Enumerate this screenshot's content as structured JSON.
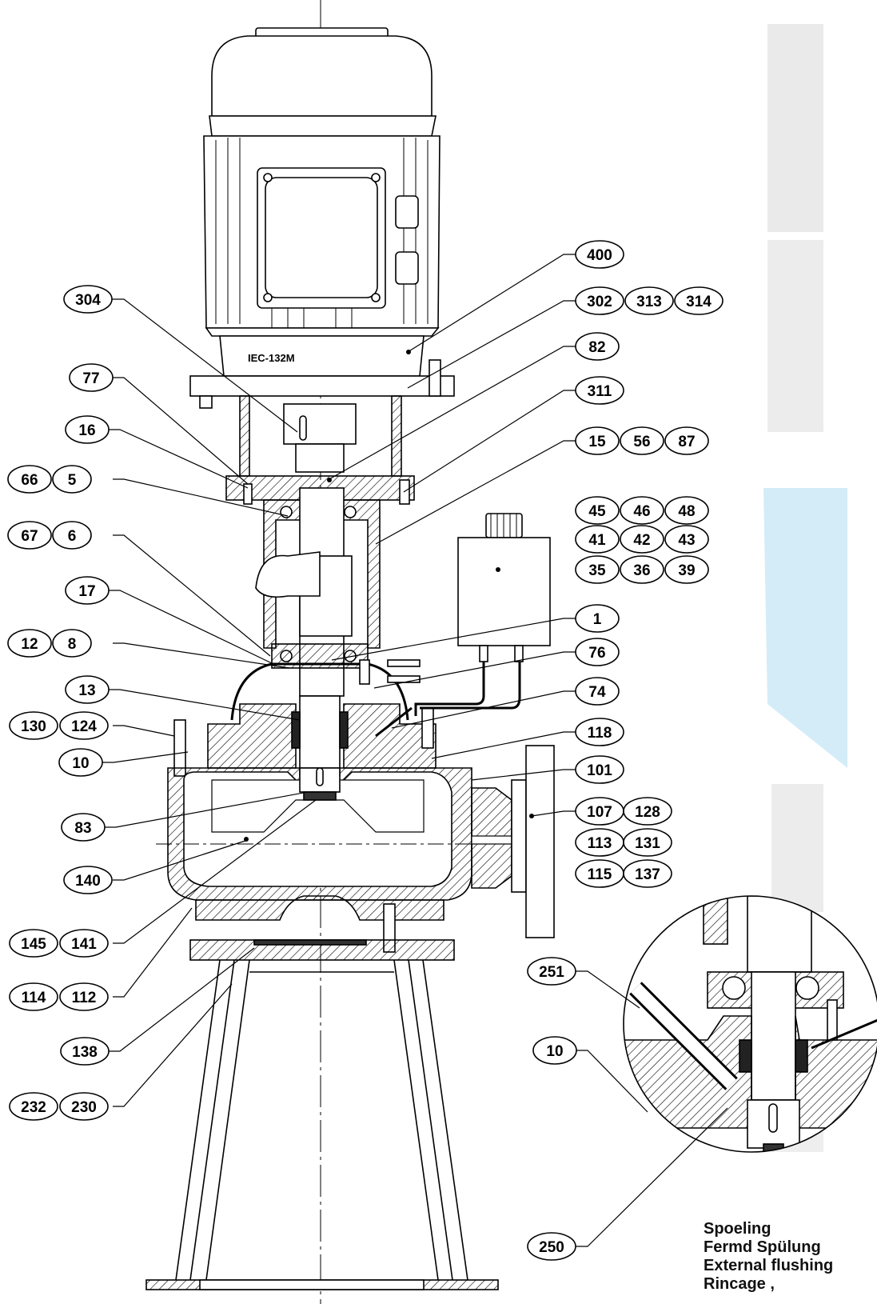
{
  "motor_label": "IEC-132M",
  "callouts": {
    "c304": [
      "304"
    ],
    "c77": [
      "77"
    ],
    "c16": [
      "16"
    ],
    "c66_5": [
      "66",
      "5"
    ],
    "c67_6": [
      "67",
      "6"
    ],
    "c17": [
      "17"
    ],
    "c12_8": [
      "12",
      "8"
    ],
    "c13": [
      "13"
    ],
    "c130_124": [
      "130",
      "124"
    ],
    "c10": [
      "10"
    ],
    "c83": [
      "83"
    ],
    "c140": [
      "140"
    ],
    "c145_141": [
      "145",
      "141"
    ],
    "c114_112": [
      "114",
      "112"
    ],
    "c138": [
      "138"
    ],
    "c232_230": [
      "232",
      "230"
    ],
    "c400": [
      "400"
    ],
    "c302_313_314": [
      "302",
      "313",
      "314"
    ],
    "c82": [
      "82"
    ],
    "c311": [
      "311"
    ],
    "c15_56_87": [
      "15",
      "56",
      "87"
    ],
    "c45_46_48": [
      "45",
      "46",
      "48"
    ],
    "c41_42_43": [
      "41",
      "42",
      "43"
    ],
    "c35_36_39": [
      "35",
      "36",
      "39"
    ],
    "c1": [
      "1"
    ],
    "c76": [
      "76"
    ],
    "c74": [
      "74"
    ],
    "c118": [
      "118"
    ],
    "c101": [
      "101"
    ],
    "c107_128": [
      "107",
      "128"
    ],
    "c113_131": [
      "113",
      "131"
    ],
    "c115_137": [
      "115",
      "137"
    ],
    "c251": [
      "251"
    ],
    "c10_detail": [
      "10"
    ],
    "c250": [
      "250"
    ]
  },
  "caption": [
    "Spoeling",
    "Fermd Spülung",
    "External flushing",
    "Rincage ,"
  ],
  "colors": {
    "line": "#000000",
    "watermark_gray": "#e8e8e8",
    "watermark_blue": "#d3ecf8"
  }
}
